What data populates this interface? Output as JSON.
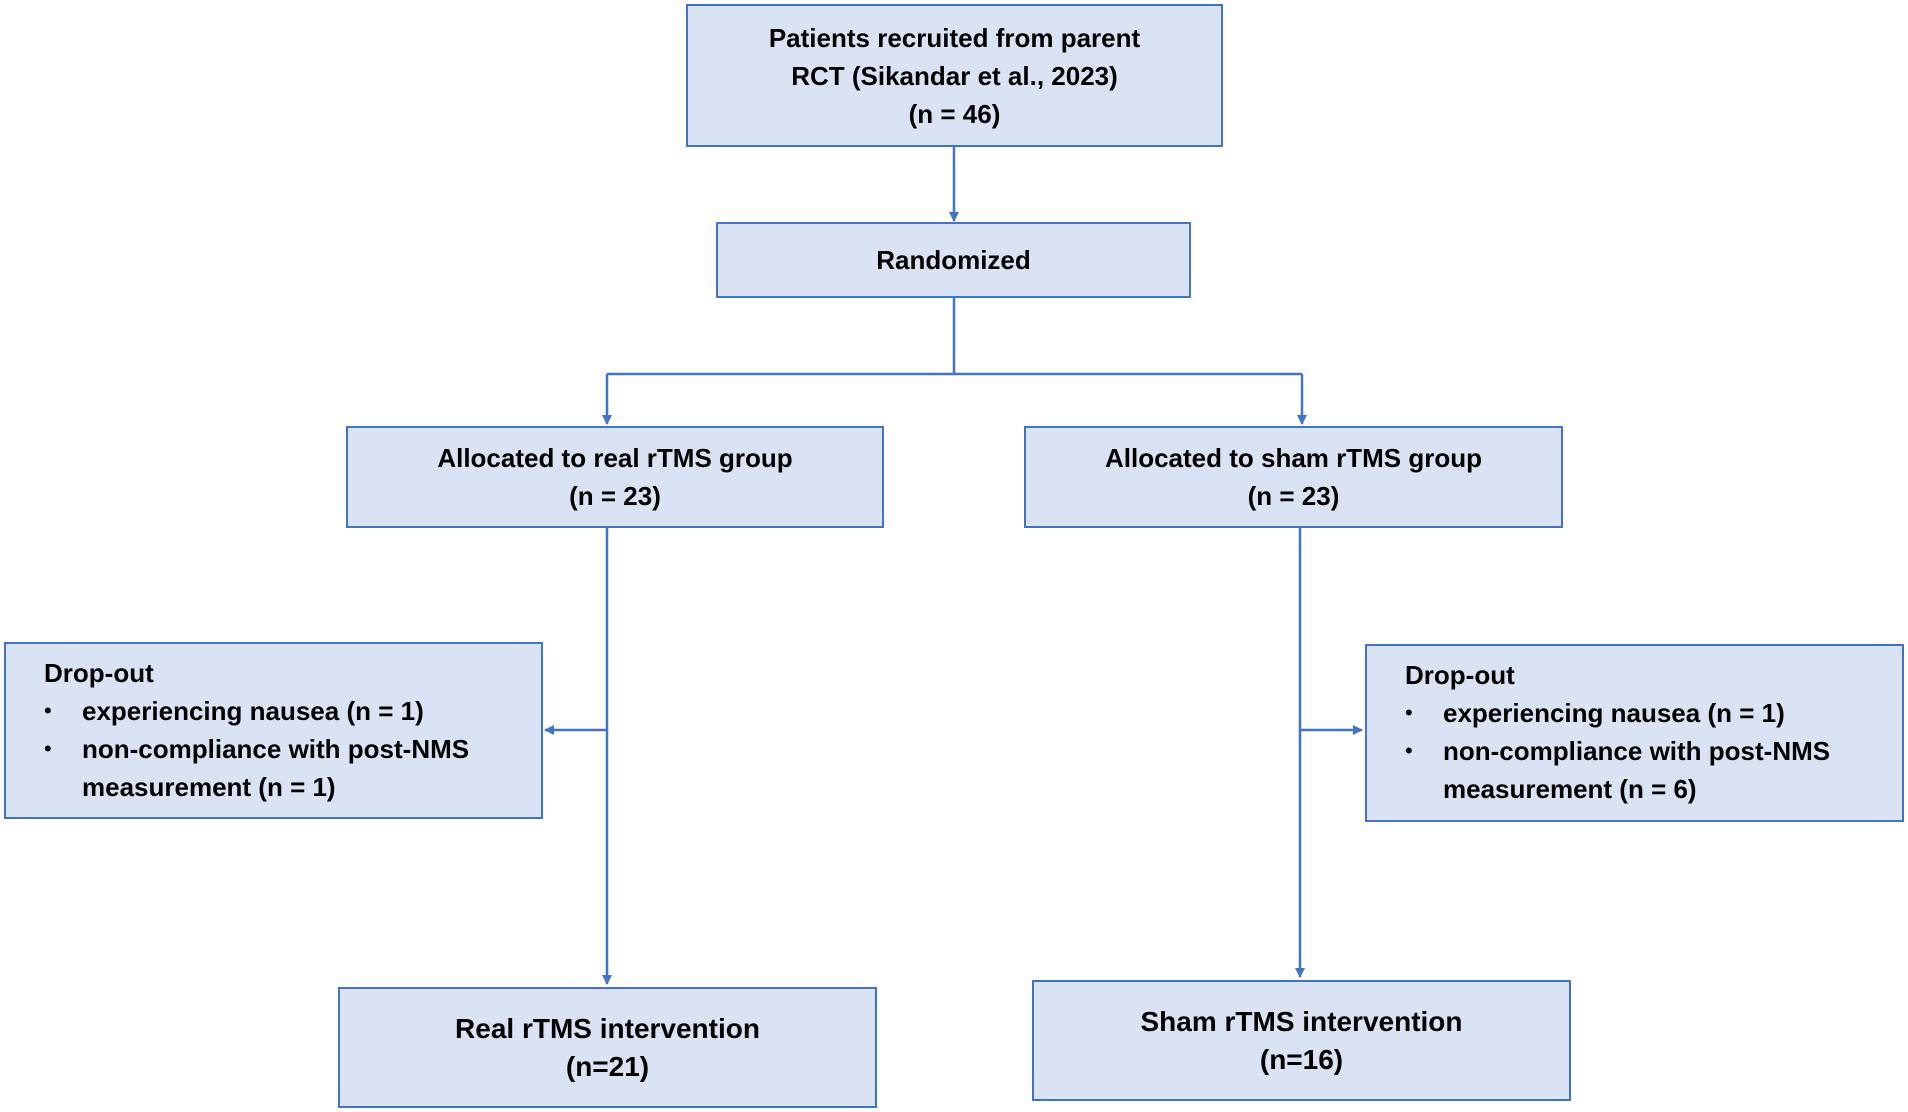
{
  "enrollment": {
    "lines": [
      "Patients recruited from parent",
      "RCT (Sikandar et al., 2023)",
      "(n = 46)"
    ]
  },
  "randomization": {
    "label": "Randomized"
  },
  "allocation": {
    "real": {
      "lines": [
        "Allocated to real rTMS group",
        "(n = 23)"
      ]
    },
    "sham": {
      "lines": [
        "Allocated to sham rTMS group",
        "(n = 23)"
      ]
    }
  },
  "dropout": {
    "real": {
      "title": "Drop-out",
      "items": [
        "experiencing nausea (n = 1)",
        "non-compliance with post-NMS measurement (n = 1)"
      ]
    },
    "sham": {
      "title": "Drop-out",
      "items": [
        "experiencing nausea (n = 1)",
        "non-compliance with post-NMS measurement (n = 6)"
      ]
    }
  },
  "intervention": {
    "real": {
      "lines": [
        "Real rTMS intervention",
        "(n=21)"
      ]
    },
    "sham": {
      "lines": [
        "Sham rTMS intervention",
        "(n=16)"
      ]
    }
  },
  "colors": {
    "box_fill": "#dae3f3",
    "box_border": "#4472c4",
    "connector": "#4472c4"
  }
}
